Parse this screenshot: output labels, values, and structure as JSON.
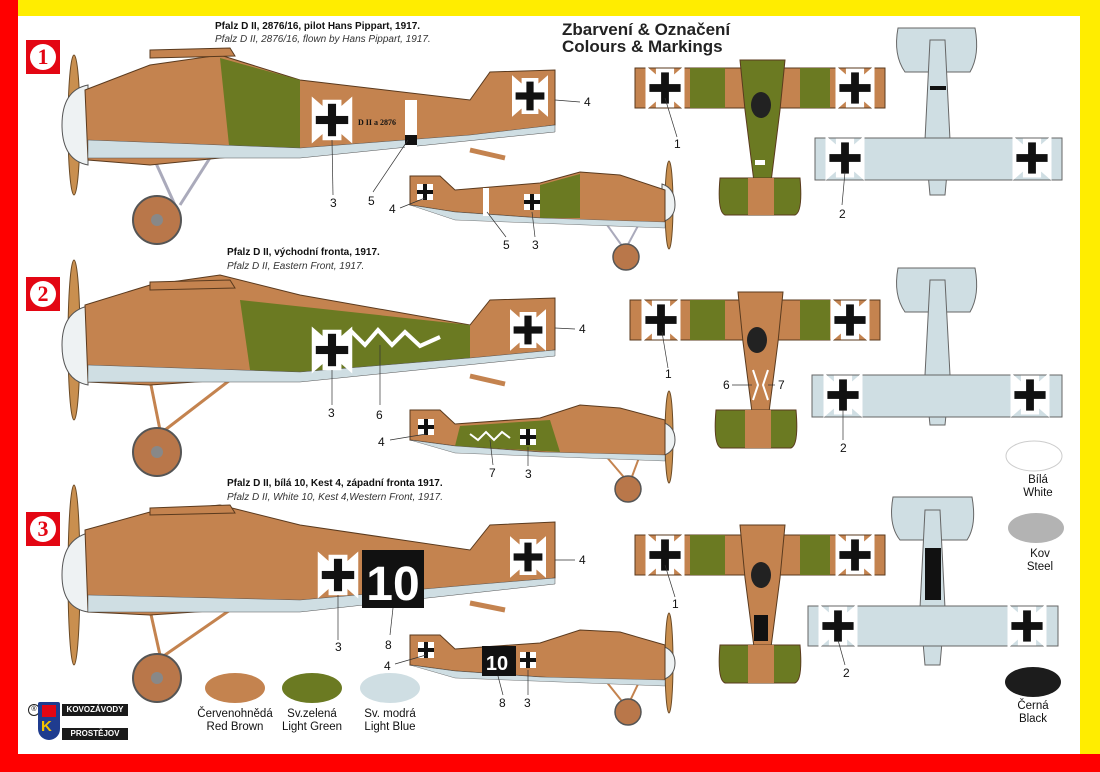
{
  "header": {
    "title_cz": "Zbarvení & Označení",
    "title_en": "Colours & Markings"
  },
  "schemes": [
    {
      "badge": "1",
      "caption_cz": "Pfalz D II, 2876/16, pilot Hans Pippart, 1917.",
      "caption_en": "Pfalz D II, 2876/16, flown by Hans Pippart, 1917.",
      "fuselage_serial": "D II a 2876",
      "callouts": {
        "side_tail": "4",
        "side_a": "3",
        "side_b": "5",
        "small_tail": "4",
        "small_a": "5",
        "small_b": "3",
        "top_wing": "1",
        "bottom_wing": "2"
      }
    },
    {
      "badge": "2",
      "caption_cz": "Pfalz D II, východní fronta, 1917.",
      "caption_en": "Pfalz D II, Eastern Front, 1917.",
      "callouts": {
        "side_tail": "4",
        "side_a": "3",
        "side_b": "6",
        "small_tail": "4",
        "small_a": "7",
        "small_b": "3",
        "top_wing": "1",
        "top_left": "6",
        "top_right": "7",
        "bottom_wing": "2"
      }
    },
    {
      "badge": "3",
      "caption_cz": "Pfalz D II, bílá 10, Kest 4, západní fronta 1917.",
      "caption_en": "Pfalz D II, White 10, Kest 4,Western Front, 1917.",
      "fuselage_number": "10",
      "callouts": {
        "side_tail": "4",
        "side_a": "3",
        "side_b": "8",
        "small_tail": "4",
        "small_a": "8",
        "small_b": "3",
        "top_wing": "1",
        "bottom_wing": "2"
      }
    }
  ],
  "swatches_bottom": [
    {
      "cz": "Červenohnědá",
      "en": "Red Brown",
      "color": "#c4834f"
    },
    {
      "cz": "Sv.zelená",
      "en": "Light Green",
      "color": "#6b7a22"
    },
    {
      "cz": "Sv. modrá",
      "en": "Light Blue",
      "color": "#cfdee3"
    }
  ],
  "swatches_right": [
    {
      "cz": "Bílá",
      "en": "White",
      "color": "#ffffff"
    },
    {
      "cz": "Kov",
      "en": "Steel",
      "color": "#b3b3b3"
    },
    {
      "cz": "Černá",
      "en": "Black",
      "color": "#1c1c1c"
    }
  ],
  "logo": {
    "line1": "KOVOZÁVODY",
    "line2": "PROSTĚJOV",
    "letter": "K"
  },
  "colors": {
    "frame_yellow": "#ffed00",
    "frame_red": "#ff0000",
    "brown": "#c4834f",
    "green": "#6b7a22",
    "blue": "#cfdee3",
    "black": "#1c1c1c"
  }
}
